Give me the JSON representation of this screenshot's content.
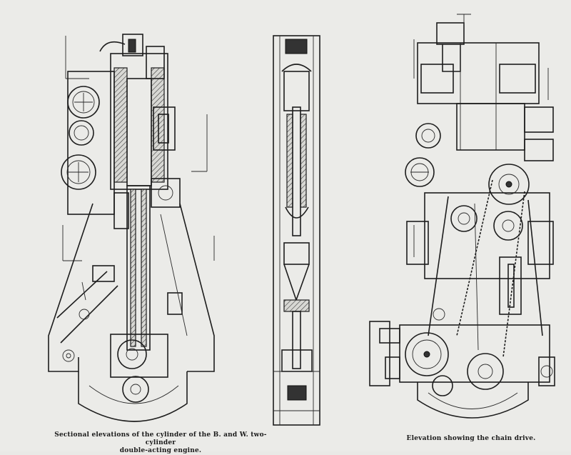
{
  "figure": {
    "captions": {
      "left_line1": "Sectional elevations of the cylinder of the B. and W. two-cylinder",
      "left_line2": "double-acting engine.",
      "right": "Elevation showing the chain drive."
    }
  }
}
